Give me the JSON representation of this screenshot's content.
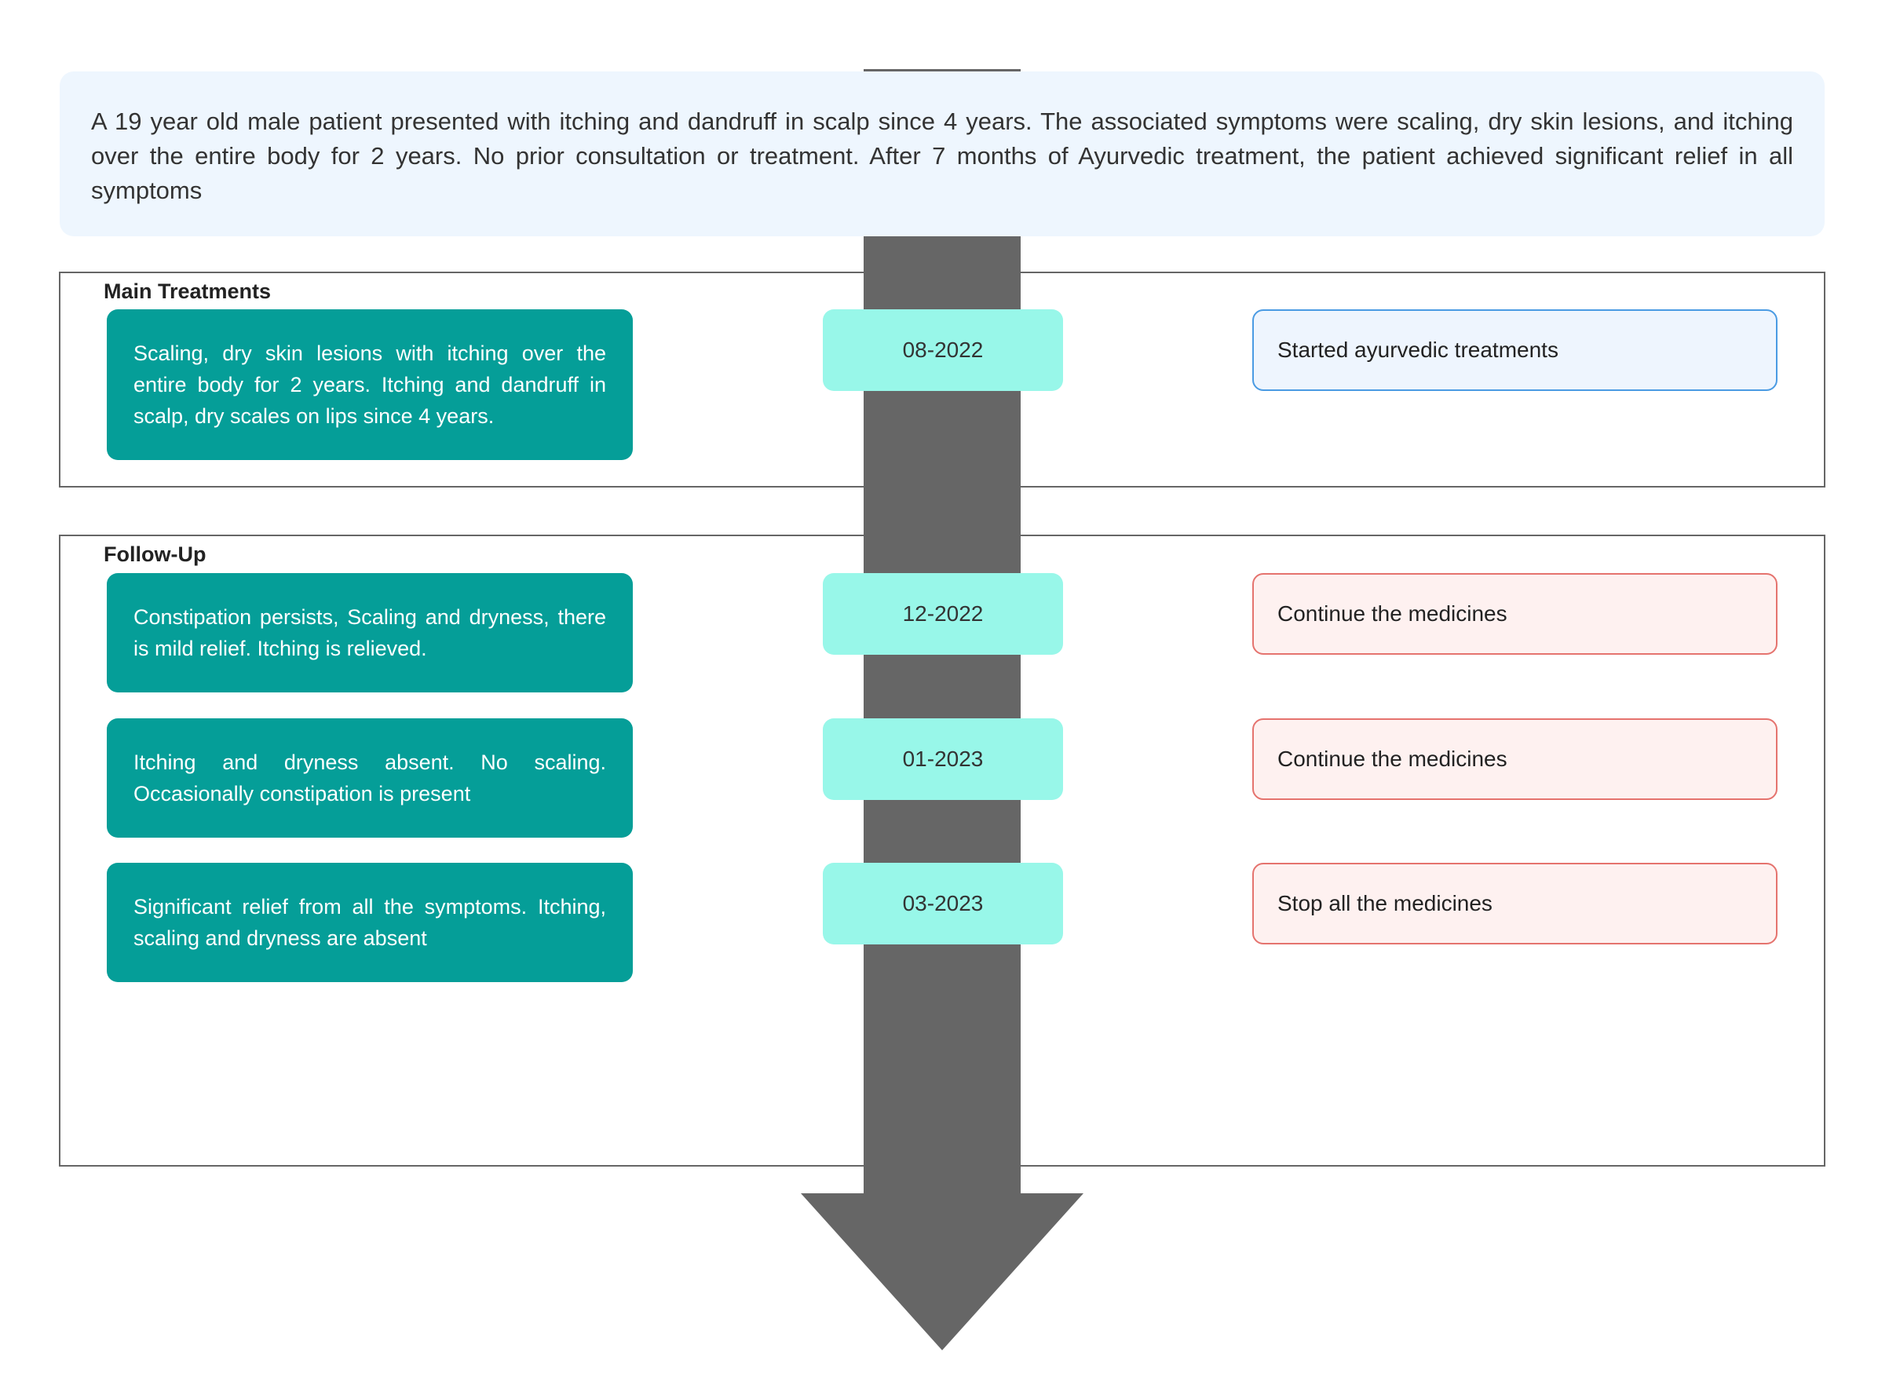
{
  "summary": "A 19 year old male patient presented with itching and dandruff in scalp since 4 years. The associated symptoms were scaling, dry skin lesions, and itching over the entire body for 2 years. No prior consultation or treatment. After 7 months of Ayurvedic treatment, the patient achieved significant relief in all symptoms",
  "colors": {
    "summary_bg": "#eef6fe",
    "event_bg": "#059e98",
    "date_bg": "#98f7e9",
    "arrow": "#666666",
    "action_blue_border": "#4a9be3",
    "action_red_border": "#e5736e"
  },
  "sections": [
    {
      "title": "Main Treatments",
      "rows": [
        {
          "event": "Scaling, dry skin lesions with itching over the entire body for 2 years. Itching and dandruff in scalp, dry scales on lips since 4 years.",
          "date": "08-2022",
          "action": "Started ayurvedic treatments"
        }
      ]
    },
    {
      "title": "Follow-Up",
      "rows": [
        {
          "event": "Constipation persists, Scaling and dryness, there is mild relief. Itching is relieved.",
          "date": "12-2022",
          "action": "Continue the medicines"
        },
        {
          "event": "Itching and dryness absent. No scaling. Occasionally constipation is present",
          "date": "01-2023",
          "action": "Continue the medicines"
        },
        {
          "event": "Significant relief from all the symptoms. Itching, scaling and dryness are absent",
          "date": "03-2023",
          "action": "Stop all the medicines"
        }
      ]
    }
  ]
}
